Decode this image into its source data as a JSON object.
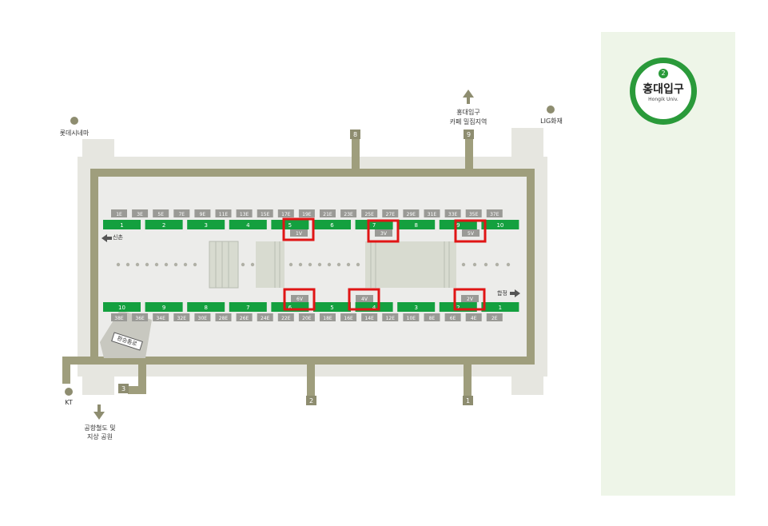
{
  "station": {
    "line_number": "2",
    "name_ko": "홍대입구",
    "name_en": "Hongik Univ."
  },
  "landmarks": {
    "lotte_cinema": "롯데시네마",
    "hongdae_top": "홍대입구",
    "cafe_area": "카페 밀집지역",
    "lig": "LIG화재",
    "kt": "KT",
    "airport_line": "공항철도 및",
    "ground_park": "지상 공원",
    "transfer_gate": "환승통로"
  },
  "directions": {
    "top_left": "신촌",
    "bottom_right": "합정"
  },
  "exits": [
    "8",
    "9",
    "2",
    "1",
    "3"
  ],
  "top_platform": {
    "doors": [
      "1E",
      "3E",
      "5E",
      "7E",
      "9E",
      "11E",
      "13E",
      "15E",
      "17E",
      "19E",
      "21E",
      "23E",
      "25E",
      "27E",
      "29E",
      "31E",
      "33E",
      "35E",
      "37E"
    ],
    "cars": [
      "1",
      "2",
      "3",
      "4",
      "5",
      "6",
      "7",
      "8",
      "9",
      "10"
    ],
    "special": [
      "1V",
      "3V",
      "5V"
    ]
  },
  "bottom_platform": {
    "doors": [
      "38E",
      "36E",
      "34E",
      "32E",
      "30E",
      "28E",
      "26E",
      "24E",
      "22E",
      "20E",
      "18E",
      "16E",
      "14E",
      "12E",
      "10E",
      "8E",
      "6E",
      "4E",
      "2E"
    ],
    "cars": [
      "10",
      "9",
      "8",
      "7",
      "6",
      "5",
      "4",
      "3",
      "2",
      "1"
    ],
    "special": [
      "6V",
      "4V",
      "2V"
    ]
  },
  "colors": {
    "line_green": "#14a03f",
    "wall": "#9f9e7d",
    "highlight": "#e01515",
    "panel": "#eef5e8"
  }
}
